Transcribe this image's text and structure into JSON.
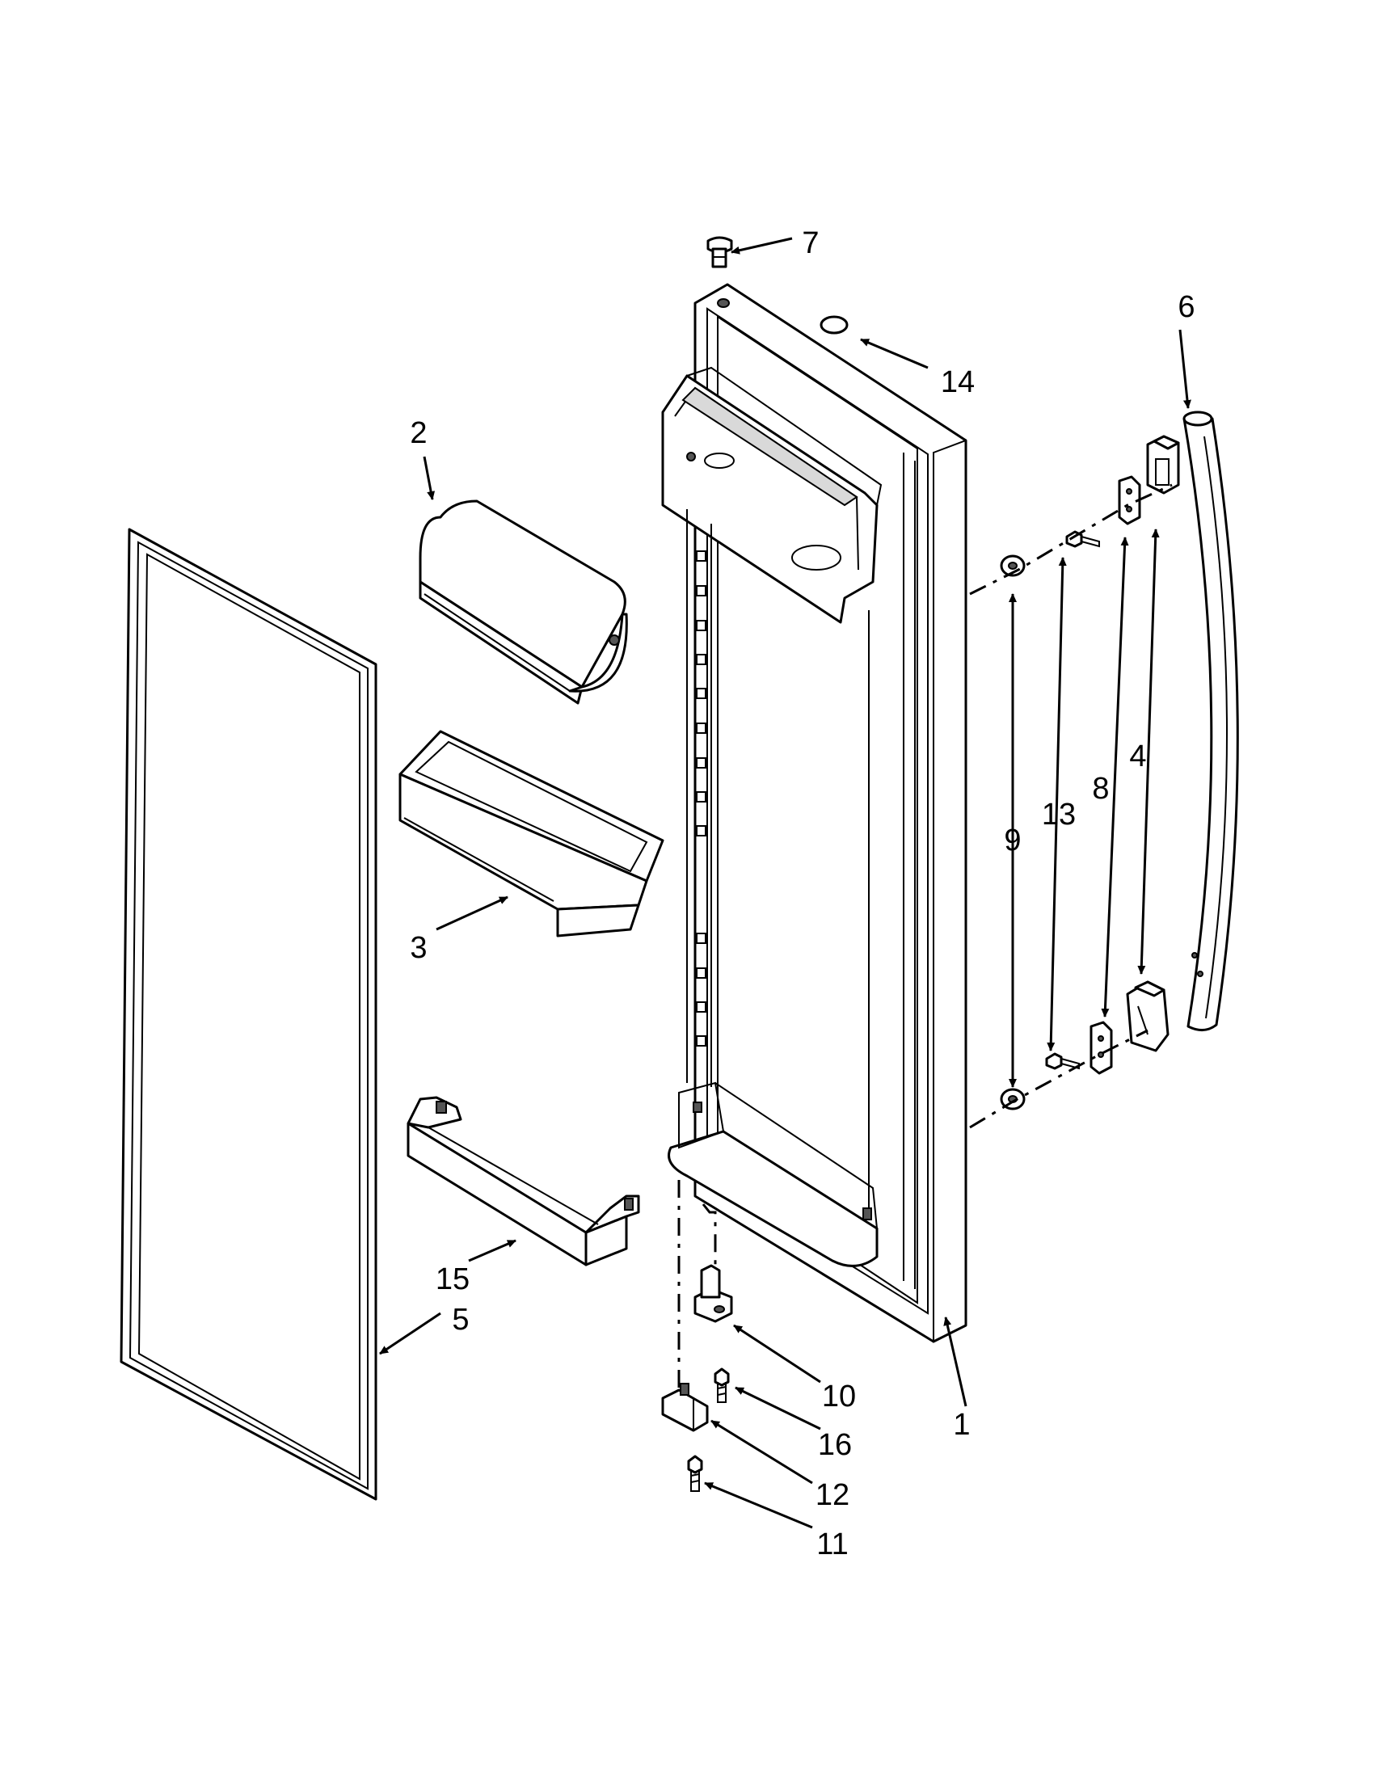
{
  "callouts": [
    {
      "id": "1",
      "label": "1"
    },
    {
      "id": "2",
      "label": "2"
    },
    {
      "id": "3",
      "label": "3"
    },
    {
      "id": "4",
      "label": "4"
    },
    {
      "id": "5",
      "label": "5"
    },
    {
      "id": "6",
      "label": "6"
    },
    {
      "id": "7",
      "label": "7"
    },
    {
      "id": "8",
      "label": "8"
    },
    {
      "id": "9",
      "label": "9"
    },
    {
      "id": "10",
      "label": "10"
    },
    {
      "id": "11",
      "label": "11"
    },
    {
      "id": "12",
      "label": "12"
    },
    {
      "id": "13",
      "label": "13"
    },
    {
      "id": "14",
      "label": "14"
    },
    {
      "id": "15",
      "label": "15"
    },
    {
      "id": "16",
      "label": "16"
    }
  ],
  "colors": {
    "line": "#000000",
    "background": "#ffffff",
    "shade": "#d9d9d9"
  }
}
